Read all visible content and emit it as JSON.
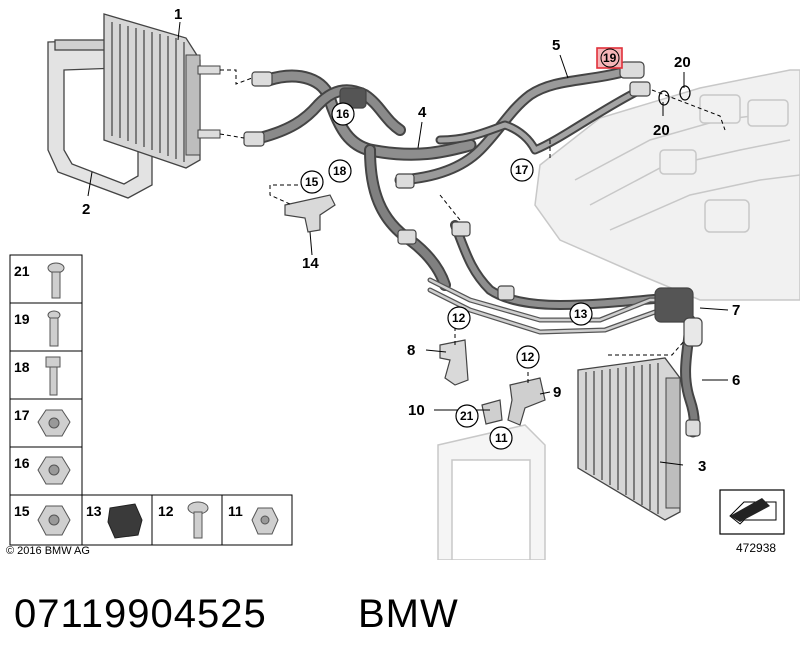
{
  "diagram": {
    "callouts": {
      "c1": "1",
      "c2": "2",
      "c3": "3",
      "c4": "4",
      "c5": "5",
      "c6": "6",
      "c7": "7",
      "c8": "8",
      "c9": "9",
      "c10": "10",
      "c14": "14",
      "c20a": "20",
      "c20b": "20"
    },
    "circled": {
      "r16": "16",
      "r15": "15",
      "r18": "18",
      "r17": "17",
      "r19": "19",
      "r13": "13",
      "r12a": "12",
      "r12b": "12",
      "r21": "21",
      "r11": "11"
    },
    "legend": {
      "l21": "21",
      "l19": "19",
      "l18": "18",
      "l17": "17",
      "l16": "16",
      "l15": "15",
      "l13": "13",
      "l12": "12",
      "l11": "11"
    },
    "copyright": "© 2016 BMW AG",
    "diagram_number": "472938"
  },
  "footer": {
    "part_number": "07119904525",
    "brand": "BMW"
  },
  "colors": {
    "line": "#000000",
    "hose": "#6b6b6b",
    "hose_light": "#a8a8a8",
    "engine_ghost": "#c8c8c8",
    "highlight": "#e0303a"
  }
}
